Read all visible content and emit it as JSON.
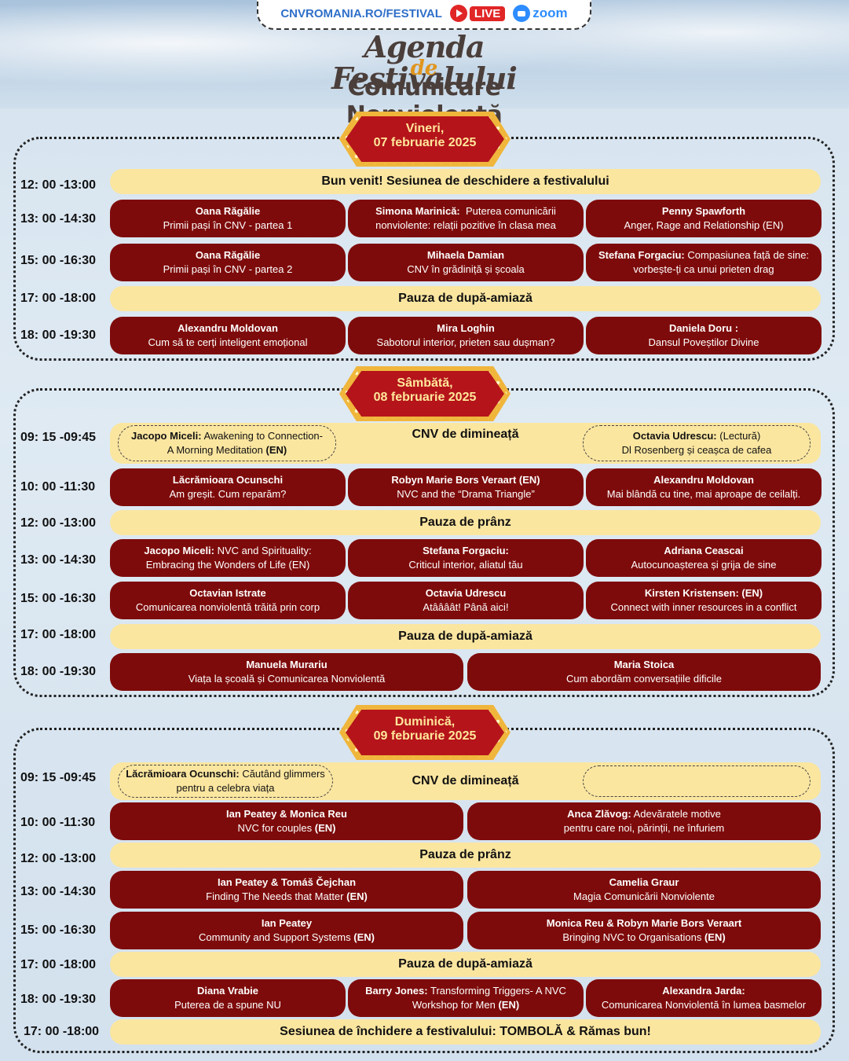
{
  "header": {
    "site": "CNVROMANIA.RO/FESTIVAL",
    "live": "LIVE",
    "zoom": "zoom",
    "title_line1": "Agenda Festivalului",
    "title_line2": "de",
    "title_line3": "Comunicare Nonviolentă"
  },
  "days": {
    "d1": {
      "line1": "Vineri,",
      "line2": "07 februarie 2025"
    },
    "d2": {
      "line1": "Sâmbătă,",
      "line2": "08 februarie 2025"
    },
    "d3": {
      "line1": "Duminică,",
      "line2": "09 februarie 2025"
    }
  },
  "vineri": {
    "r1": {
      "time": "12: 00 -13:00",
      "text": "Bun venit! Sesiunea de deschidere a festivalului"
    },
    "r2": {
      "time": "13: 00 -14:30",
      "a": {
        "nm": "Oana Răgălie",
        "t": "Primii pași în CNV - partea 1"
      },
      "b": {
        "nm": "Simona Marinică:",
        "t1": "Puterea comunicării",
        "t2": "nonviolente: relații pozitive în clasa mea"
      },
      "c": {
        "nm": "Penny Spawforth",
        "t": "Anger, Rage and Relationship (EN)"
      }
    },
    "r3": {
      "time": "15: 00 -16:30",
      "a": {
        "nm": "Oana Răgălie",
        "t": "Primii pași în CNV - partea 2"
      },
      "b": {
        "nm": "Mihaela Damian",
        "t": "CNV în grădiniță și școala"
      },
      "c": {
        "nm": "Stefana Forgaciu:",
        "t1": "Compasiunea față de sine:",
        "t2": "vorbește-ți ca unui prieten drag"
      }
    },
    "r4": {
      "time": "17: 00 -18:00",
      "text": "Pauza de după-amiază"
    },
    "r5": {
      "time": "18: 00 -19:30",
      "a": {
        "nm": "Alexandru Moldovan",
        "t": "Cum să te cerți inteligent emoțional"
      },
      "b": {
        "nm": "Mira Loghin",
        "t": "Sabotorul interior, prieten sau dușman?"
      },
      "c": {
        "nm": "Daniela Doru :",
        "t": "Dansul Poveștilor Divine"
      }
    }
  },
  "sambata": {
    "r1": {
      "time": "09: 15 -09:45",
      "text": "CNV de dimineață",
      "left": {
        "nm": "Jacopo Miceli:",
        "t1": "Awakening to Connection-",
        "t2": "A Morning Meditation",
        "en": "(EN)"
      },
      "right": {
        "nm": "Octavia Udrescu:",
        "t1": "(Lectură)",
        "t2": "Dl Rosenberg și ceașca de cafea"
      }
    },
    "r2": {
      "time": "10: 00 -11:30",
      "a": {
        "nm": "Lăcrămioara Ocunschi",
        "t": "Am greșit. Cum reparăm?"
      },
      "b": {
        "nm": "Robyn Marie Bors Veraart (EN)",
        "t": "NVC and the “Drama Triangle”"
      },
      "c": {
        "nm": "Alexandru Moldovan",
        "t": "Mai blândă cu tine, mai aproape de ceilalți."
      }
    },
    "r3": {
      "time": "12: 00 -13:00",
      "text": "Pauza de prânz"
    },
    "r4": {
      "time": "13: 00 -14:30",
      "a": {
        "nm": "Jacopo Miceli:",
        "t1": "NVC and Spirituality:",
        "t2": "Embracing the Wonders of Life (EN)"
      },
      "b": {
        "nm": "Stefana Forgaciu:",
        "t": "Criticul interior, aliatul tău"
      },
      "c": {
        "nm": "Adriana Ceascai",
        "t": "Autocunoașterea și grija de sine"
      }
    },
    "r5": {
      "time": "15: 00 -16:30",
      "a": {
        "nm": "Octavian Istrate",
        "t": "Comunicarea nonviolentă trăită prin corp"
      },
      "b": {
        "nm": "Octavia Udrescu",
        "t": "Atâââât! Până aici!"
      },
      "c": {
        "nm": "Kirsten Kristensen: (EN)",
        "t": "Connect with inner resources in a conflict"
      }
    },
    "r6": {
      "time": "17: 00 -18:00",
      "text": "Pauza de după-amiază"
    },
    "r7": {
      "time": "18: 00 -19:30",
      "a": {
        "nm": "Manuela Murariu",
        "t": "Viața la școală și Comunicarea Nonviolentă"
      },
      "b": {
        "nm": "Maria Stoica",
        "t": "Cum abordăm conversațiile dificile"
      }
    }
  },
  "duminica": {
    "r1": {
      "time": "09: 15 -09:45",
      "text": "CNV de dimineață",
      "left": {
        "nm": "Lăcrămioara Ocunschi:",
        "t1": "Căutând glimmers",
        "t2": "pentru a celebra viața"
      }
    },
    "r2": {
      "time": "10: 00 -11:30",
      "a": {
        "nm": "Ian Peatey & Monica Reu",
        "t": "NVC for couples",
        "en": "(EN)"
      },
      "b": {
        "nm": "Anca Zlăvog:",
        "t1": "Adevăratele motive",
        "t2": "pentru care noi, părinții, ne înfuriem"
      }
    },
    "r3": {
      "time": "12: 00 -13:00",
      "text": "Pauza de prânz"
    },
    "r4": {
      "time": "13: 00 -14:30",
      "a": {
        "nm": "Ian Peatey & Tomáš Čejchan",
        "t": "Finding The Needs that Matter",
        "en": "(EN)"
      },
      "b": {
        "nm": "Camelia Graur",
        "t": "Magia Comunicării Nonviolente"
      }
    },
    "r5": {
      "time": "15: 00 -16:30",
      "a": {
        "nm": "Ian Peatey",
        "t": "Community and Support Systems",
        "en": "(EN)"
      },
      "b": {
        "nm": "Monica Reu & Robyn Marie Bors Veraart",
        "t": "Bringing NVC to Organisations",
        "en": "(EN)"
      }
    },
    "r6": {
      "time": "17: 00 -18:00",
      "text": "Pauza de după-amiază"
    },
    "r7": {
      "time": "18: 00 -19:30",
      "a": {
        "nm": "Diana Vrabie",
        "t": "Puterea de a spune NU"
      },
      "b": {
        "nm": "Barry Jones:",
        "t1": "Transforming Triggers- A NVC",
        "t2": "Workshop for Men",
        "en": "(EN)"
      },
      "c": {
        "nm": "Alexandra Jarda:",
        "t": "Comunicarea Nonviolentă în lumea basmelor"
      }
    },
    "r8": {
      "time": "17: 00 -18:00",
      "text": "Sesiunea de închidere a festivalului: TOMBOLĂ & Rămas bun!"
    }
  }
}
